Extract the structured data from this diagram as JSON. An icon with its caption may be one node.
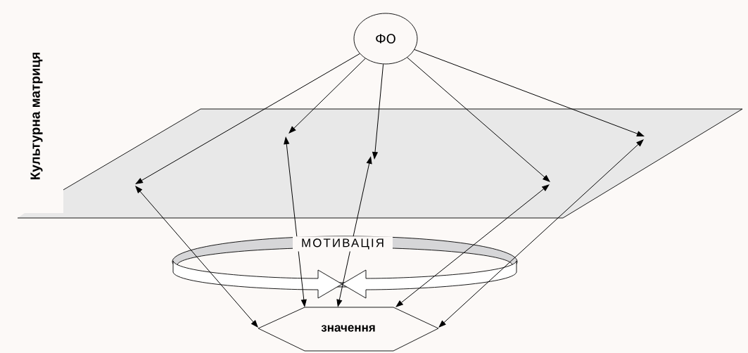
{
  "diagram": {
    "nodes": [
      {
        "text": [
          "ФО"
        ]
      },
      {
        "text": [
          "Культурна  матриця"
        ]
      },
      {
        "text": [
          "значення"
        ]
      }
    ],
    "edges": [
      {
        "from": 0,
        "to": 1,
        "arrow": "to"
      },
      {
        "from": 0,
        "to": 1,
        "arrow": "to"
      },
      {
        "from": 0,
        "to": 1,
        "arrow": "to"
      },
      {
        "from": 0,
        "to": 1,
        "arrow": "to"
      },
      {
        "from": 0,
        "to": 1,
        "arrow": "to"
      },
      {
        "from": 1,
        "to": 2,
        "arrow": "both"
      },
      {
        "from": 1,
        "to": 2,
        "arrow": "both"
      },
      {
        "from": 1,
        "to": 2,
        "arrow": "both"
      },
      {
        "from": 1,
        "to": 2,
        "arrow": "both"
      },
      {
        "from": 1,
        "to": 2,
        "arrow": "both"
      }
    ],
    "labels": [
      "МОТИВАЦІЯ"
    ]
  }
}
